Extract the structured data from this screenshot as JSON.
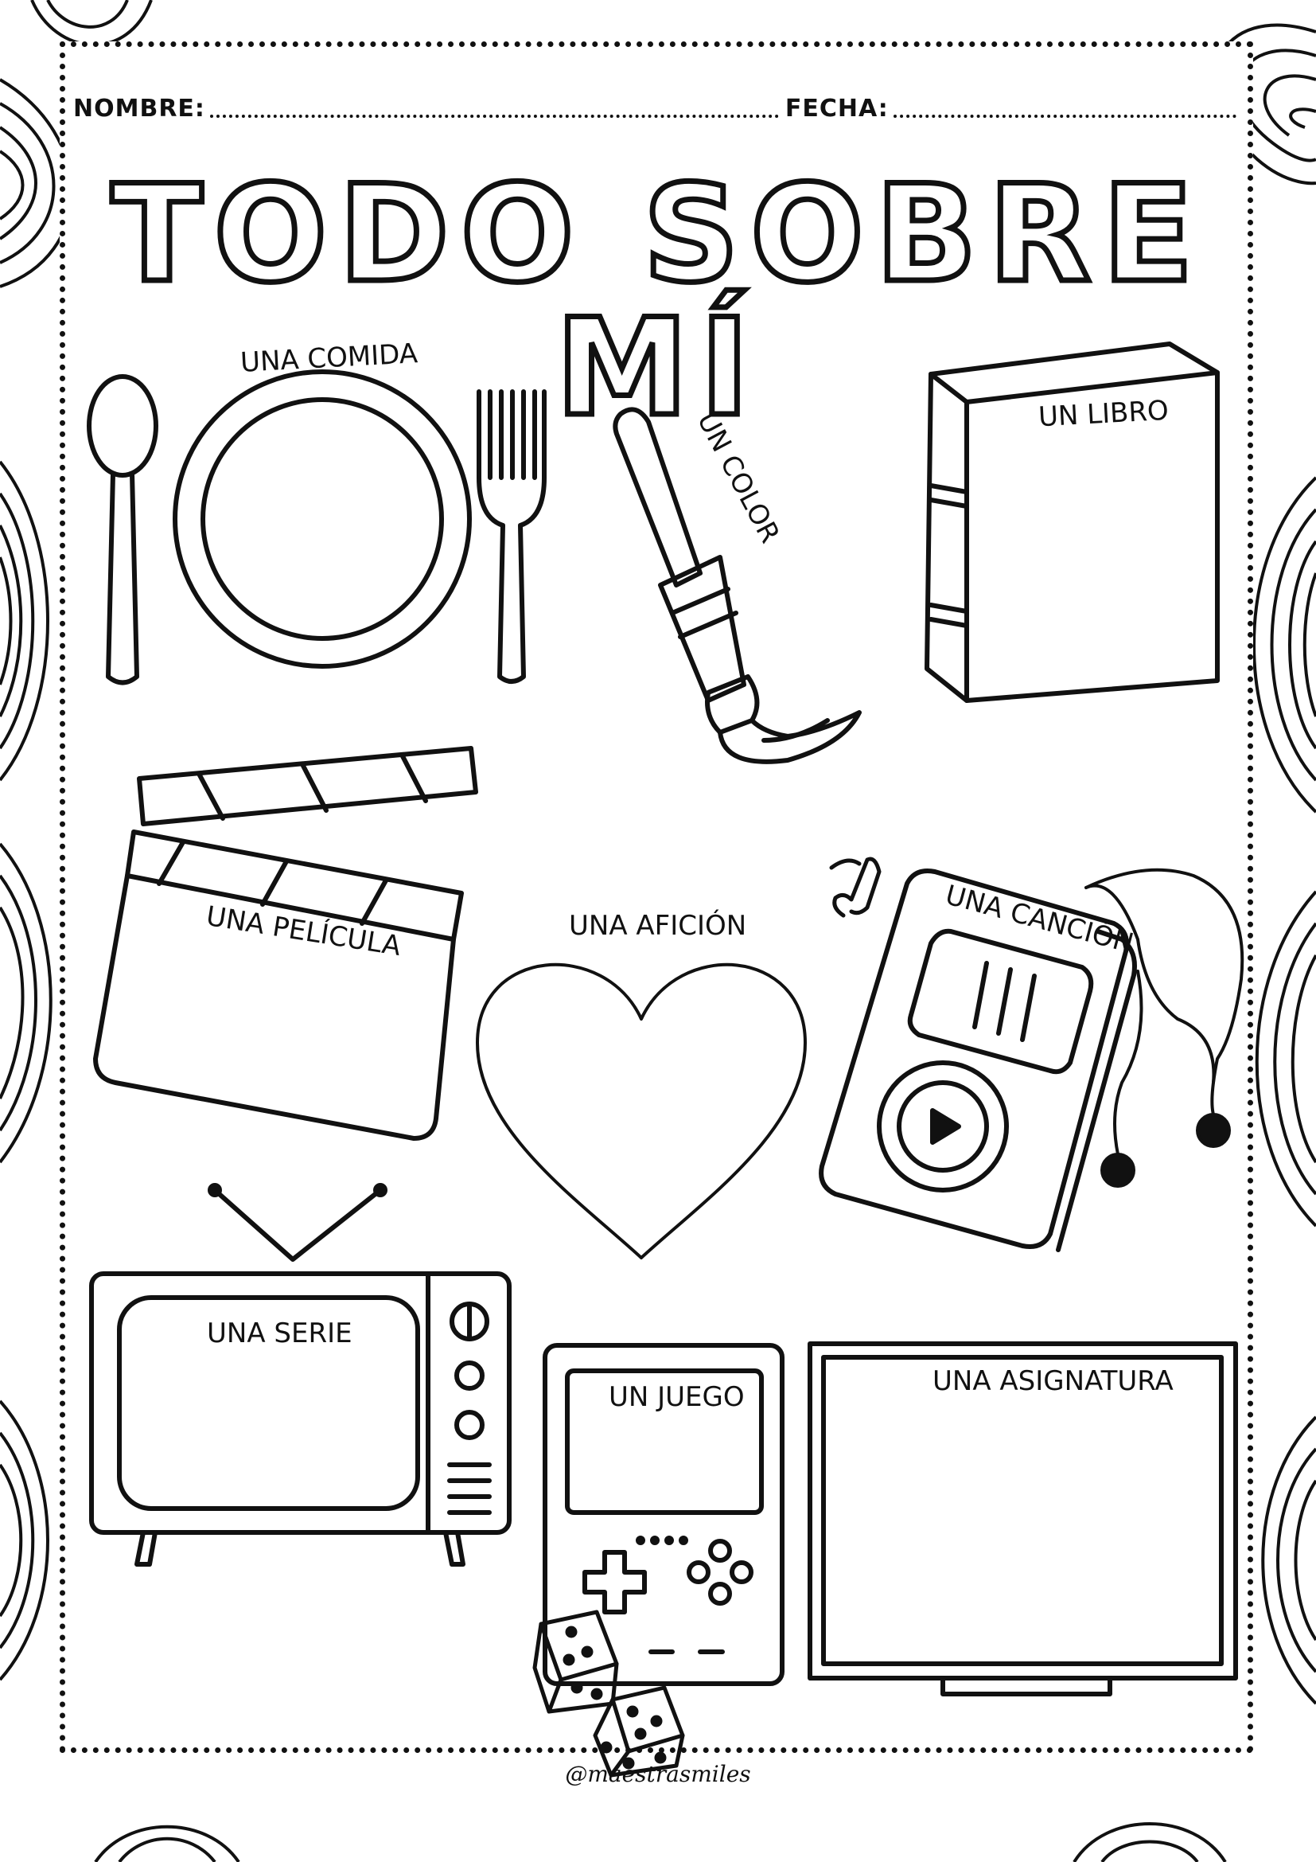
{
  "header": {
    "name_label": "NOMBRE:",
    "date_label": "FECHA:"
  },
  "title": "TODO SOBRE MÍ",
  "boxes": {
    "food": "UNA COMIDA",
    "color": "UN COLOR",
    "book": "UN LIBRO",
    "movie": "UNA PELÍCULA",
    "hobby": "UNA AFICIÓN",
    "song": "UNA CANCIÓN",
    "series": "UNA SERIE",
    "game": "UN JUEGO",
    "subject": "UNA ASIGNATURA"
  },
  "credit": "@maestrasmiles",
  "colors": {
    "ink": "#111111",
    "paper": "#ffffff"
  },
  "icons": [
    "spoon-icon",
    "plate-icon",
    "fork-icon",
    "paintbrush-icon",
    "book-icon",
    "clapperboard-icon",
    "heart-icon",
    "music-player-icon",
    "music-note-icon",
    "earphones-icon",
    "tv-icon",
    "game-console-icon",
    "dice-icon",
    "whiteboard-icon"
  ]
}
